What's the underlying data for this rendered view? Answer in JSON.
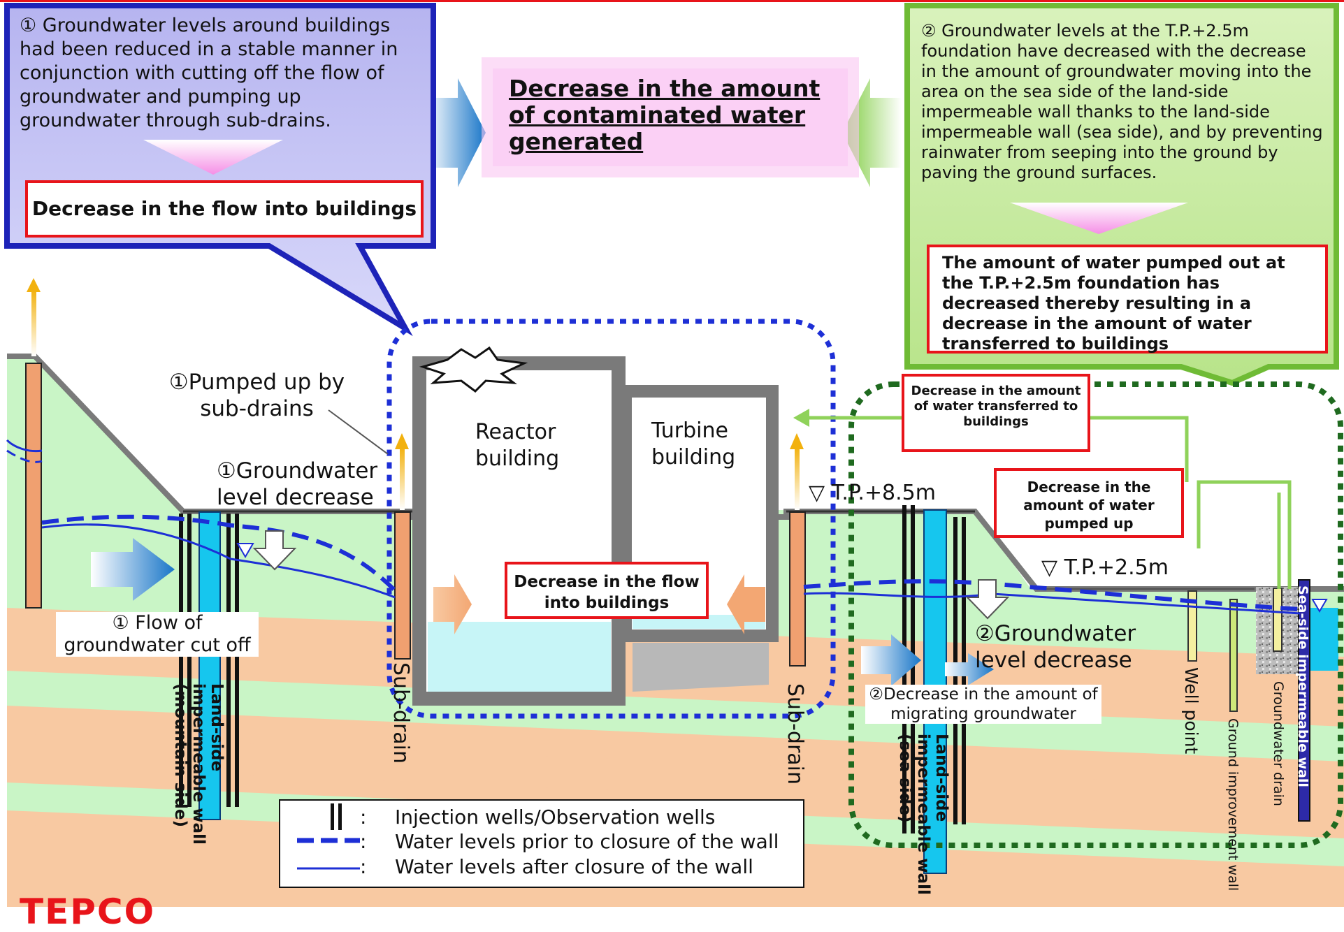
{
  "colors": {
    "blue_callout_fill": "#bdbdf2",
    "blue_callout_border": "#1d23b8",
    "green_callout_fill": "#c7ea9c",
    "green_callout_border": "#6fbb35",
    "pink_box_fill": "#fbc8f3",
    "red_box_border": "#e8141a",
    "ground_green": "#c9f5c6",
    "soil_orange": "#f8c9a2",
    "building_gray": "#7a7a7a",
    "wall_cyan": "#16c6ee",
    "subdrain_orange": "#f0a070",
    "arrow_blue": "#1976c8",
    "dashed_blue": "#1d2fd6",
    "dotted_green": "#1f6a1f",
    "logo_red": "#e8141a"
  },
  "callout_left": {
    "text": "① Groundwater levels around buildings had been reduced in a stable manner in conjunction with cutting off the flow of groundwater and pumping up groundwater through sub-drains.",
    "result": "Decrease in the flow into buildings"
  },
  "center_box": {
    "text": "Decrease in the amount of contaminated water generated"
  },
  "callout_right": {
    "text": "② Groundwater levels at the T.P.+2.5m foundation have decreased with the decrease in the amount of groundwater moving into the area on the sea side of the land-side impermeable wall thanks to the land-side impermeable wall (sea side), and by preventing rainwater from seeping into the ground by paving the ground surfaces.",
    "result": "The amount of water pumped out at the T.P.+2.5m foundation has decreased thereby resulting in a decrease in the amount of water transferred to buildings"
  },
  "labels": {
    "pumped_up": "①Pumped up by sub-drains",
    "gw_level_decrease_1": "①Groundwater level decrease",
    "reactor_building": "Reactor building",
    "turbine_building": "Turbine building",
    "tp_8_5": "▽ T.P.+8.5m",
    "tp_2_5": "▽ T.P.+2.5m",
    "flow_into_buildings": "Decrease in the flow into buildings",
    "flow_cut_off": "① Flow of groundwater cut off",
    "transferred_box": "Decrease in the amount of water transferred to buildings",
    "pumped_box": "Decrease in the amount of water pumped up",
    "gw_level_decrease_2": "②Groundwater level decrease",
    "migrating": "②Decrease in the amount of migrating groundwater",
    "sub_drain_left": "Sub-drain",
    "sub_drain_right": "Sub-drain",
    "wall_mountain": "Land-side impermeable wall (mountain side)",
    "wall_sea": "Land-side impermeable wall (sea side)",
    "well_point": "Well point",
    "ground_improvement": "Ground improvement wall",
    "groundwater_drain": "Groundwater drain",
    "sea_side_wall": "Sea-side impermeable wall"
  },
  "legend": {
    "sep": ":",
    "wells": "Injection wells/Observation wells",
    "before": "Water levels prior to closure of the wall",
    "after": "Water levels after closure of the wall"
  },
  "logo": {
    "text": "TEPCO"
  }
}
